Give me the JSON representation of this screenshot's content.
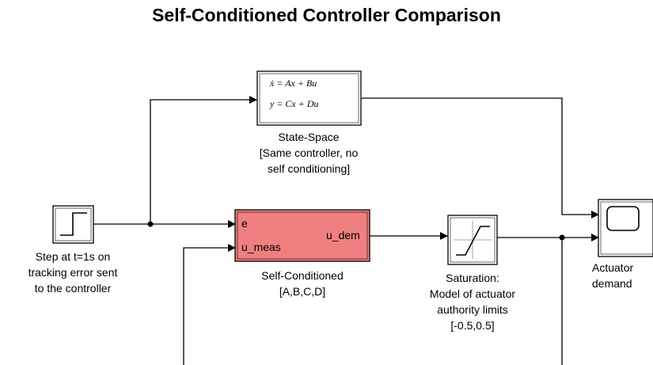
{
  "title": "Self-Conditioned Controller Comparison",
  "blocks": {
    "step": {
      "label_lines": [
        "Step at t=1s on",
        "tracking error sent",
        "to the controller"
      ]
    },
    "state_space": {
      "eq1": "ẋ = Ax + Bu",
      "eq2": "y = Cx + Du",
      "label_lines": [
        "State-Space",
        "[Same controller, no",
        "self conditioning]"
      ]
    },
    "self_conditioned": {
      "port_e": "e",
      "port_u_meas": "u_meas",
      "port_u_dem": "u_dem",
      "label_lines": [
        "Self-Conditioned",
        "[A,B,C,D]"
      ],
      "fill_color": "#f08080"
    },
    "saturation": {
      "label_lines": [
        "Saturation:",
        "Model of actuator",
        "authority limits",
        "[-0.5,0.5]"
      ]
    },
    "scope": {
      "label_lines": [
        "Actuator",
        "demand"
      ]
    }
  }
}
